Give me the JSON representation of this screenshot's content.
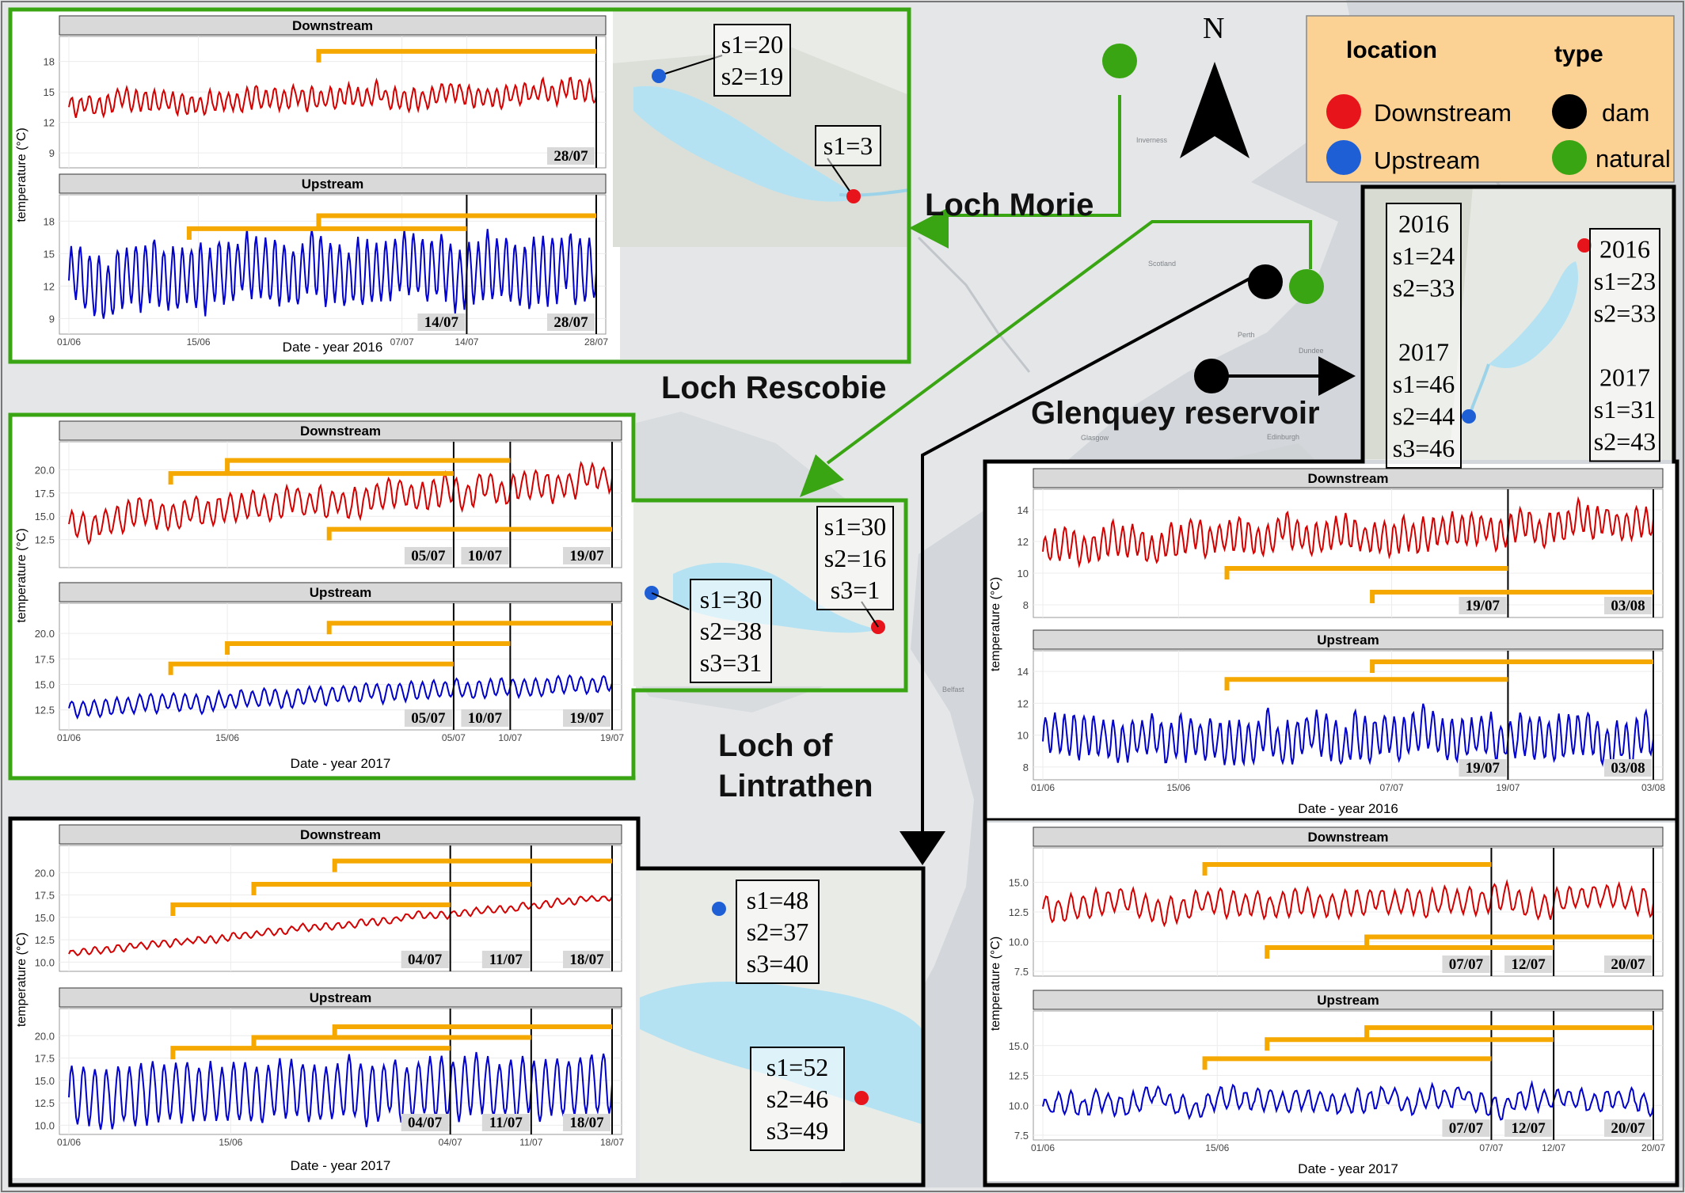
{
  "map_labels": {
    "north": "N",
    "loch_morie": "Loch Morie",
    "loch_rescobie": "Loch Rescobie",
    "glenquey": "Glenquey reservoir",
    "lintrathen_1": "Loch of",
    "lintrathen_2": "Lintrathen",
    "basemap": [
      "Scotland",
      "Glasgow",
      "Edinburgh",
      "Belfast",
      "Perth",
      "Dundee",
      "Inverness"
    ]
  },
  "legend": {
    "location_title": "location",
    "type_title": "type",
    "location": [
      {
        "label": "Downstream",
        "color": "#e8141b"
      },
      {
        "label": "Upstream",
        "color": "#1f5fd6"
      }
    ],
    "type": [
      {
        "label": "dam",
        "color": "#000000"
      },
      {
        "label": "natural",
        "color": "#3aa513"
      }
    ]
  },
  "inset_boxes": {
    "morie": [
      "s1=20",
      "s2=19",
      "s1=3"
    ],
    "glenquey_up": [
      "2016",
      "s1=24",
      "s2=33",
      "",
      "2017",
      "s1=46",
      "s2=44",
      "s3=46"
    ],
    "glenquey_down": [
      "2016",
      "s1=23",
      "s2=33",
      "",
      "2017",
      "s1=31",
      "s2=43"
    ],
    "rescobie_down": [
      "s1=30",
      "s2=16",
      "s3=1"
    ],
    "rescobie_up": [
      "s1=30",
      "s2=38",
      "s3=31"
    ],
    "lintrathen_up": [
      "s1=48",
      "s2=37",
      "s3=40"
    ],
    "lintrathen_down": [
      "s1=52",
      "s2=46",
      "s3=49"
    ]
  },
  "colors": {
    "downstream": "#d40000",
    "upstream": "#0000cc",
    "bracket": "#f5a800",
    "natural_frame": "#3aa513",
    "dam_frame": "#000000"
  },
  "chart_data": [
    {
      "id": "morie",
      "type": "line",
      "xlabel": "Date - year 2016",
      "ylabel": "temperature (°C)",
      "x_ticks": [
        "01/06",
        "15/06",
        "07/07",
        "14/07",
        "28/07"
      ],
      "x_tick_days": [
        0,
        14,
        36,
        43,
        57
      ],
      "panels": [
        {
          "title": "Downstream",
          "color": "#d40000",
          "ylim": [
            8,
            20
          ],
          "yticks": [
            9,
            12,
            15,
            18
          ],
          "base": 13.8,
          "trend": 1.2,
          "amp": 0.9,
          "noise": 0.6,
          "vlines": [
            57
          ],
          "vline_labels": [
            "28/07"
          ],
          "brackets": [
            [
              27,
              57,
              19.0
            ]
          ]
        },
        {
          "title": "Upstream",
          "color": "#0000cc",
          "ylim": [
            8,
            20
          ],
          "yticks": [
            9,
            12,
            15,
            18
          ],
          "base": 13.0,
          "trend": 0.6,
          "amp": 2.8,
          "noise": 1.0,
          "vlines": [
            43,
            57
          ],
          "vline_labels": [
            "14/07",
            "28/07"
          ],
          "brackets": [
            [
              27,
              57,
              18.5
            ],
            [
              13,
              43,
              17.3
            ]
          ]
        }
      ]
    },
    {
      "id": "rescobie",
      "type": "line",
      "xlabel": "Date - year 2017",
      "ylabel": "temperature (°C)",
      "x_ticks": [
        "01/06",
        "15/06",
        "05/07",
        "10/07",
        "19/07"
      ],
      "x_tick_days": [
        0,
        14,
        34,
        39,
        48
      ],
      "panels": [
        {
          "title": "Downstream",
          "color": "#d40000",
          "ylim": [
            10,
            22.5
          ],
          "yticks": [
            12.5,
            15.0,
            17.5,
            20.0
          ],
          "base": 14.5,
          "trend": 4.5,
          "amp": 1.4,
          "noise": 0.7,
          "vlines": [
            34,
            39,
            48
          ],
          "vline_labels": [
            "05/07",
            "10/07",
            "19/07"
          ],
          "brackets": [
            [
              14,
              39,
              21.0
            ],
            [
              9,
              34,
              19.6
            ],
            [
              23,
              48,
              13.6
            ]
          ]
        },
        {
          "title": "Upstream",
          "color": "#0000cc",
          "ylim": [
            11,
            22.5
          ],
          "yticks": [
            12.5,
            15.0,
            17.5,
            20.0
          ],
          "base": 12.8,
          "trend": 2.3,
          "amp": 0.8,
          "noise": 0.3,
          "vlines": [
            34,
            39,
            48
          ],
          "vline_labels": [
            "05/07",
            "10/07",
            "19/07"
          ],
          "brackets": [
            [
              23,
              48,
              21.0
            ],
            [
              14,
              39,
              19.0
            ],
            [
              9,
              34,
              17.0
            ]
          ]
        }
      ]
    },
    {
      "id": "lintrathen",
      "type": "line",
      "xlabel": "Date - year 2017",
      "ylabel": "temperature (°C)",
      "x_ticks": [
        "01/06",
        "15/06",
        "04/07",
        "11/07",
        "18/07"
      ],
      "x_tick_days": [
        0,
        14,
        33,
        40,
        47
      ],
      "panels": [
        {
          "title": "Downstream",
          "color": "#d40000",
          "ylim": [
            9.5,
            22.5
          ],
          "yticks": [
            10.0,
            12.5,
            15.0,
            17.5,
            20.0
          ],
          "base": 11.0,
          "trend": 6.2,
          "amp": 0.35,
          "noise": 0.2,
          "vlines": [
            33,
            40,
            47
          ],
          "vline_labels": [
            "04/07",
            "11/07",
            "18/07"
          ],
          "brackets": [
            [
              23,
              47,
              21.3
            ],
            [
              16,
              40,
              18.7
            ],
            [
              9,
              33,
              16.4
            ]
          ]
        },
        {
          "title": "Upstream",
          "color": "#0000cc",
          "ylim": [
            9.5,
            22.5
          ],
          "yticks": [
            10.0,
            12.5,
            15.0,
            17.5,
            20.0
          ],
          "base": 13.5,
          "trend": 1.0,
          "amp": 3.2,
          "noise": 0.8,
          "vlines": [
            33,
            40,
            47
          ],
          "vline_labels": [
            "04/07",
            "11/07",
            "18/07"
          ],
          "brackets": [
            [
              23,
              47,
              21.0
            ],
            [
              16,
              40,
              19.8
            ],
            [
              9,
              33,
              18.6
            ]
          ]
        }
      ]
    },
    {
      "id": "glenquey2016",
      "type": "line",
      "xlabel": "Date - year 2016",
      "ylabel": "temperature (°C)",
      "x_ticks": [
        "01/06",
        "15/06",
        "07/07",
        "19/07",
        "03/08"
      ],
      "x_tick_days": [
        0,
        14,
        36,
        48,
        63
      ],
      "panels": [
        {
          "title": "Downstream",
          "color": "#d40000",
          "ylim": [
            7.5,
            15
          ],
          "yticks": [
            8,
            10,
            12,
            14
          ],
          "base": 11.6,
          "trend": 1.7,
          "amp": 0.9,
          "noise": 0.5,
          "vlines": [
            48,
            63
          ],
          "vline_labels": [
            "19/07",
            "03/08"
          ],
          "brackets": [
            [
              19,
              48,
              10.3
            ],
            [
              34,
              63,
              8.8
            ]
          ]
        },
        {
          "title": "Upstream",
          "color": "#0000cc",
          "ylim": [
            7.5,
            15
          ],
          "yticks": [
            8,
            10,
            12,
            14
          ],
          "base": 9.9,
          "trend": 0.0,
          "amp": 1.2,
          "noise": 0.6,
          "vlines": [
            48,
            63
          ],
          "vline_labels": [
            "19/07",
            "03/08"
          ],
          "brackets": [
            [
              34,
              63,
              14.6
            ],
            [
              19,
              48,
              13.5
            ]
          ]
        }
      ]
    },
    {
      "id": "glenquey2017",
      "type": "line",
      "xlabel": "Date - year 2017",
      "ylabel": "temperature (°C)",
      "x_ticks": [
        "01/06",
        "15/06",
        "07/07",
        "12/07",
        "20/07"
      ],
      "x_tick_days": [
        0,
        14,
        36,
        41,
        49
      ],
      "panels": [
        {
          "title": "Downstream",
          "color": "#d40000",
          "ylim": [
            7.5,
            17.5
          ],
          "yticks": [
            7.5,
            10.0,
            12.5,
            15.0
          ],
          "base": 13.0,
          "trend": 0.5,
          "amp": 1.0,
          "noise": 0.5,
          "vlines": [
            36,
            41,
            49
          ],
          "vline_labels": [
            "07/07",
            "12/07",
            "20/07"
          ],
          "brackets": [
            [
              13,
              36,
              16.5
            ],
            [
              18,
              41,
              9.5
            ],
            [
              26,
              49,
              10.4
            ]
          ]
        },
        {
          "title": "Upstream",
          "color": "#0000cc",
          "ylim": [
            7.5,
            17.5
          ],
          "yticks": [
            7.5,
            10.0,
            12.5,
            15.0
          ],
          "base": 10.2,
          "trend": 0.3,
          "amp": 0.8,
          "noise": 0.6,
          "vlines": [
            36,
            41,
            49
          ],
          "vline_labels": [
            "07/07",
            "12/07",
            "20/07"
          ],
          "brackets": [
            [
              26,
              49,
              16.5
            ],
            [
              18,
              41,
              15.5
            ],
            [
              13,
              36,
              13.9
            ]
          ]
        }
      ]
    }
  ]
}
